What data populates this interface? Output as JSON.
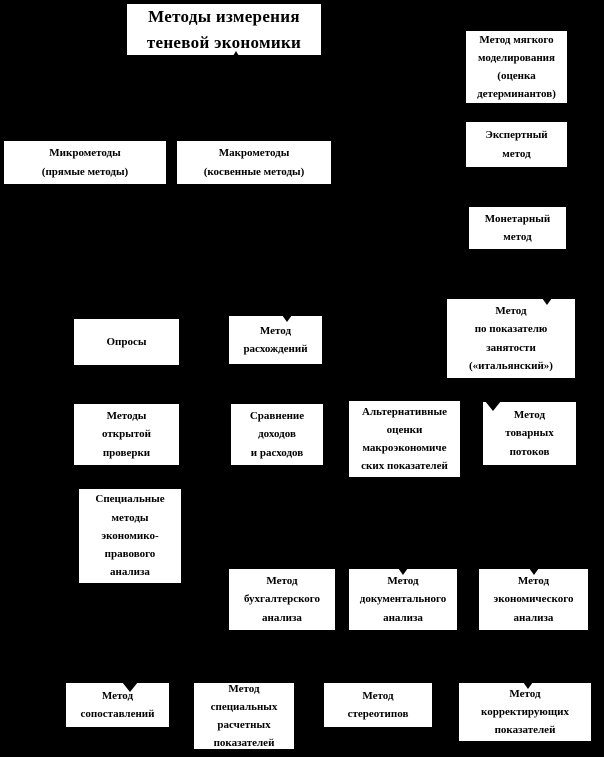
{
  "colors": {
    "background": "#000000",
    "box_fill": "#ffffff",
    "box_border": "#000000",
    "text": "#000000"
  },
  "diagram": {
    "type": "flowchart",
    "boxes": {
      "title": "Методы измерения\nтеневой экономики",
      "soft_modeling_method": "Метод мягкого\nмоделирования\n(оценка\nдетерминантов)",
      "expert_method": "Экспертный\nметод",
      "micro_methods": "Микрометоды\n(прямые методы)",
      "macro_methods": "Макрометоды\n(косвенные методы)",
      "monetary_method": "Монетарный\nметод",
      "surveys": "Опросы",
      "discrepancy_method": "Метод\nрасхождений",
      "employment_indicator_method": "Метод\nпо показателю\nзанятости\n(«итальянский»)",
      "open_check_methods": "Методы\nоткрытой\nпроверки",
      "income_expense_comparison": "Сравнение\nдоходов\nи расходов",
      "alternative_estimates": "Альтернативные\nоценки\nмакроэкономиче\nских показателей",
      "commodity_flows_method": "Метод\nтоварных\nпотоков",
      "special_legal_methods": "Специальные\nметоды\nэкономико-\nправового\nанализа",
      "accounting_analysis_method": "Метод\nбухгалтерского\nанализа",
      "documentary_analysis_method": "Метод\nдокументального\nанализа",
      "economic_analysis_method": "Метод\nэкономического\nанализа",
      "comparison_method": "Метод\nсопоставлений",
      "special_calculated_indicators_method": "Метод\nспециальных\nрасчетных\nпоказателей",
      "stereotypes_method": "Метод\nстереотипов",
      "correcting_indicators_method": "Метод\nкорректирующих\nпоказателей"
    }
  }
}
